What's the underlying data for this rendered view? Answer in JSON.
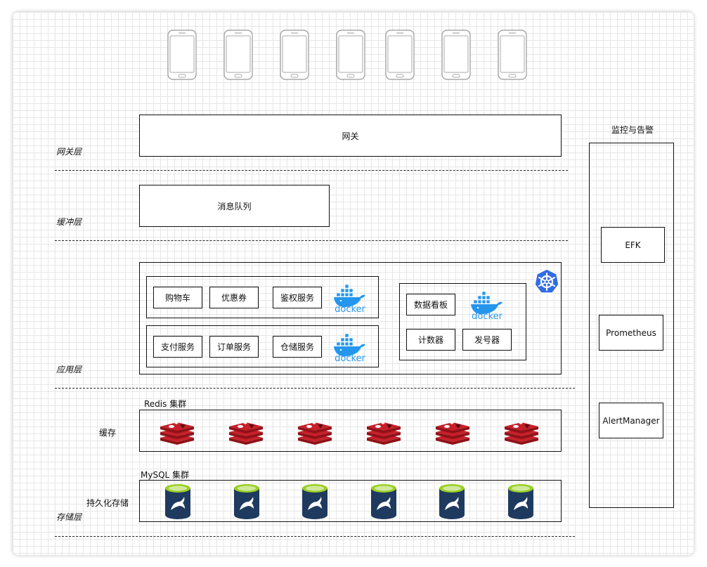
{
  "phones_count": 7,
  "gateway": {
    "label": "网关"
  },
  "mq": {
    "label": "消息队列"
  },
  "layers": {
    "gateway": "网关层",
    "buffer": "缓冲层",
    "app": "应用层",
    "storage": "存储层"
  },
  "services": {
    "row1": [
      "购物车",
      "优惠券",
      "鉴权服务"
    ],
    "row2": [
      "支付服务",
      "订单服务",
      "仓储服务"
    ],
    "right": [
      "数据看板",
      "计数器",
      "发号器"
    ]
  },
  "docker_text": "docker",
  "cache": {
    "title": "Redis 集群",
    "side": "缓存",
    "nodes": 6
  },
  "mysql": {
    "title": "MySQL 集群",
    "side": "持久化存储",
    "nodes": 6
  },
  "monitor": {
    "title": "监控与告警",
    "items": [
      "EFK",
      "Prometheus",
      "AlertManager"
    ]
  },
  "colors": {
    "docker": "#2496ed",
    "k8s": "#326ce5",
    "redis": "#c6202a",
    "mysql": "#1f3a5f",
    "mysql_top": "#9bcf24"
  }
}
